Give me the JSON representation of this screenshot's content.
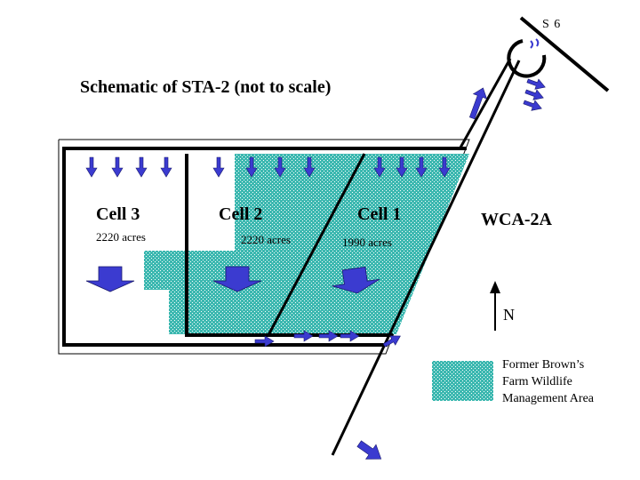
{
  "title": "Schematic of STA-2 (not to scale)",
  "structure_label": "S 6",
  "cells": [
    {
      "name": "Cell 3",
      "area": "2220 acres"
    },
    {
      "name": "Cell 2",
      "area": "2220 acres"
    },
    {
      "name": "Cell 1",
      "area": "1990 acres"
    }
  ],
  "receiving_area": "WCA-2A",
  "north_label": "N",
  "legend": {
    "line1": "Former Brown’s",
    "line2": "Farm Wildlife",
    "line3": "Management Area",
    "color": "#3cb8b0"
  },
  "colors": {
    "arrow": "#3b3bd0",
    "line": "#000000"
  }
}
